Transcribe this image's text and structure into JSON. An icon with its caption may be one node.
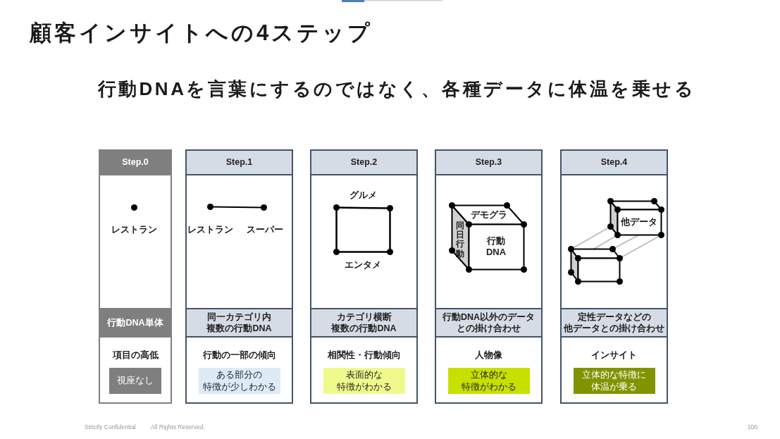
{
  "diagram": {
    "title": "顧客インサイトへの4ステップ",
    "nodes": [
      {
        "text": [
          "項目の高低"
        ]
      },
      {
        "text": [
          "Step.0"
        ],
        "in": 0
      },
      {
        "text": [
          "行動DNA単体"
        ],
        "in": 0
      },
      {
        "text": [
          "視座なし"
        ],
        "in": 0
      },
      {
        "text": [
          "行動の一部の傾向"
        ]
      },
      {
        "text": [
          "Step.1"
        ],
        "in": 4
      },
      {
        "text": [
          "同一カテゴリ内複数の行動DNA"
        ],
        "in": 4
      },
      {
        "text": [
          "ある部分の特徴が少しわかる"
        ],
        "in": 4
      },
      {
        "text": [
          "相関性・行動傾向"
        ]
      },
      {
        "text": [
          "Step.2"
        ],
        "in": 8
      },
      {
        "text": [
          "カテゴリ横断複数の行動DNA"
        ],
        "in": 8
      },
      {
        "text": [
          "表面的な特徴がわかる"
        ],
        "in": 8
      },
      {
        "text": [
          "人物像"
        ]
      },
      {
        "text": [
          "Step.3"
        ],
        "in": 12
      },
      {
        "text": [
          "行動DNA以外のデータとの掛け合わせ"
        ],
        "in": 12
      },
      {
        "text": [
          "立体的な特徴がわかる"
        ],
        "in": 12
      },
      {
        "text": [
          "インサイト"
        ]
      },
      {
        "text": [
          "Step.4"
        ],
        "in": 16
      },
      {
        "text": [
          "定性データなどの他データとの掛け合わせ"
        ],
        "in": 16
      },
      {
        "text": [
          "立体的な特徴に体温が乗る"
        ],
        "in": 16
      }
    ],
    "labels": [
      "行動DNAを言葉にするのではなく、各種データに体温を乗せる",
      "レストラン",
      "レストラン",
      "スーパー",
      "グルメ",
      "エンタメ",
      "デモグラ",
      "同日行動",
      "行動DNA",
      "他データ",
      "Strictly Confidential",
      "All Rights Reserved.",
      "100"
    ]
  }
}
